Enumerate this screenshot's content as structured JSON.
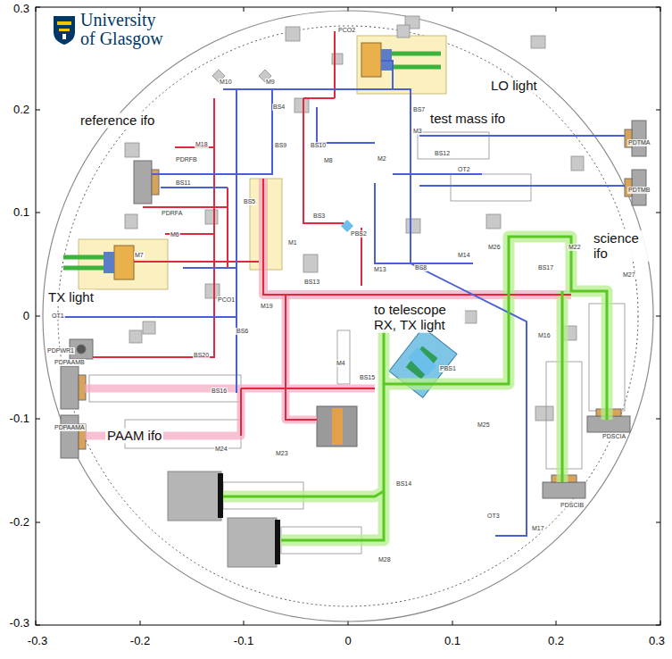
{
  "diagram": {
    "labels": [
      "University of Glasgow",
      "reference ifo",
      "LO light",
      "test mass ifo",
      "science ifo",
      "TX light",
      "to telescope RX, TX light",
      "PAAM ifo",
      "PCO2",
      "M10",
      "M9",
      "BS4",
      "BS7",
      "OT2",
      "M3",
      "M18",
      "BS9",
      "BS10",
      "PDRFB",
      "BS11",
      "PDRFA",
      "M6",
      "M7",
      "BS5",
      "M1",
      "BS3",
      "PBS2",
      "M8",
      "M2",
      "BS12",
      "PDTMA",
      "PDTMB",
      "M13",
      "BS8",
      "M14",
      "M26",
      "M22",
      "BS17",
      "M27",
      "PCO1",
      "BS13",
      "M19",
      "OT1",
      "BS6",
      "M16",
      "PDPWR1",
      "BS20",
      "M4",
      "BS15",
      "PBS1",
      "PDPAAMB",
      "PDPAAMA",
      "BS16",
      "M24",
      "M23",
      "M25",
      "PDSCIA",
      "PDSCIB",
      "BS14",
      "OT3",
      "M17",
      "M28",
      "0.3",
      "0.2",
      "0.1",
      "0",
      "-0.1",
      "-0.2",
      "-0.3",
      "-0.3",
      "-0.2",
      "-0.1",
      "0",
      "0.1",
      "0.2",
      "0.3"
    ]
  }
}
